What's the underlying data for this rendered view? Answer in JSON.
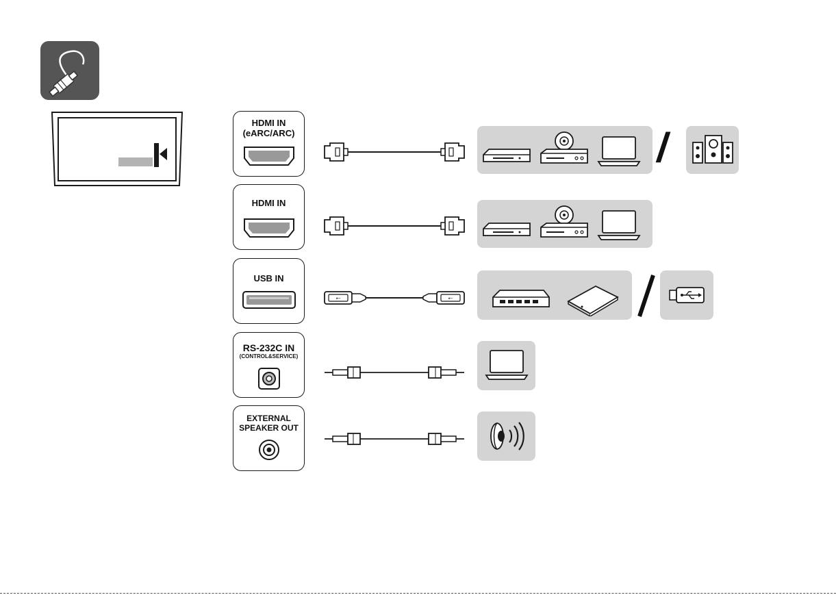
{
  "ports": [
    {
      "id": "hdmi-earc",
      "line1": "HDMI IN",
      "line2": "(eARC/ARC)"
    },
    {
      "id": "hdmi",
      "line1": "HDMI IN",
      "line2": ""
    },
    {
      "id": "usb",
      "line1": "USB IN",
      "line2": ""
    },
    {
      "id": "rs232c",
      "line1": "RS-232C IN",
      "line2": "(CONTROL&SERVICE)"
    },
    {
      "id": "speaker",
      "line1": "EXTERNAL",
      "line2": "SPEAKER OUT"
    }
  ],
  "separator": "/",
  "icons": {
    "header": "cable-connection-icon",
    "tv": "tv-rear-panel-icon",
    "hdmi_cable": "hdmi-cable-icon",
    "usb_cable": "usb-cable-icon",
    "audio_cable": "3.5mm-audio-cable-icon",
    "bluray": "blu-ray-player-icon",
    "dvd": "dvd-player-icon",
    "laptop": "laptop-icon",
    "speakers": "speaker-system-icon",
    "hub": "usb-hub-icon",
    "hdd": "external-hard-drive-icon",
    "usb_stick": "usb-flash-drive-icon",
    "speaker": "speaker-icon"
  },
  "colors": {
    "panel": "#d4d4d4",
    "header_bg": "#555555",
    "line": "#1a1a1a"
  }
}
